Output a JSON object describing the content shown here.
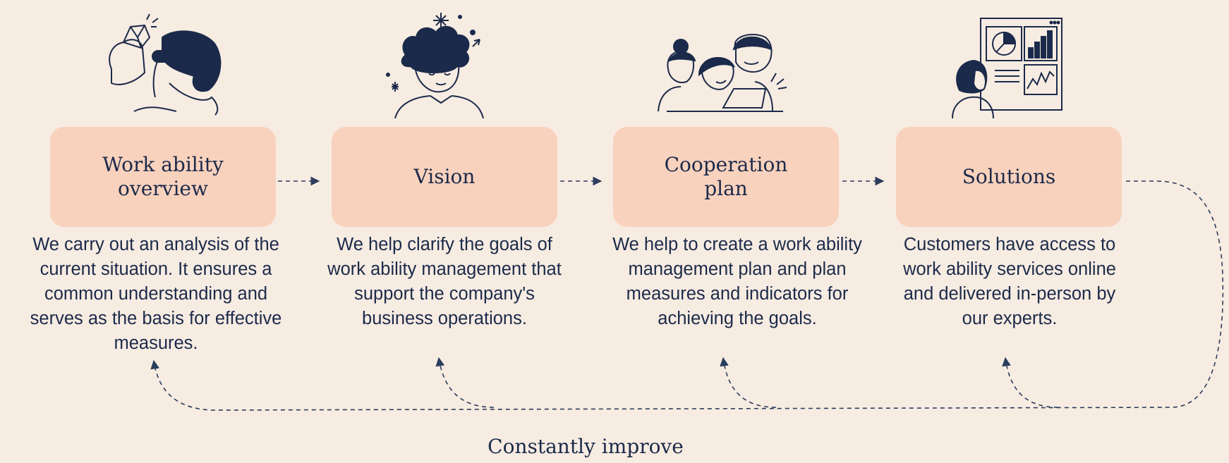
{
  "steps": [
    {
      "title": "Work ability\noverview",
      "description": "We carry out an analysis of the\ncurrent situation. It ensures a\ncommon understanding and\nserves as the basis for effective\nmeasures.",
      "illustration": "person-with-magnifier-icon"
    },
    {
      "title": "Vision",
      "description": "We help clarify the goals of\nwork ability management that\nsupport the company's\nbusiness operations.",
      "illustration": "thinking-person-icon"
    },
    {
      "title": "Cooperation\nplan",
      "description": "We help to create a work ability\nmanagement plan and plan\nmeasures and indicators for\nachieving the goals.",
      "illustration": "team-with-laptop-icon"
    },
    {
      "title": "Solutions",
      "description": "Customers have access to\nwork ability services online\nand delivered in-person by\nour experts.",
      "illustration": "person-with-dashboard-icon"
    }
  ],
  "footer": {
    "label": "Constantly improve"
  },
  "colors": {
    "background": "#f7ece2",
    "box": "#f9d2bd",
    "ink": "#1b2a4a",
    "line": "#2b3d5c"
  }
}
